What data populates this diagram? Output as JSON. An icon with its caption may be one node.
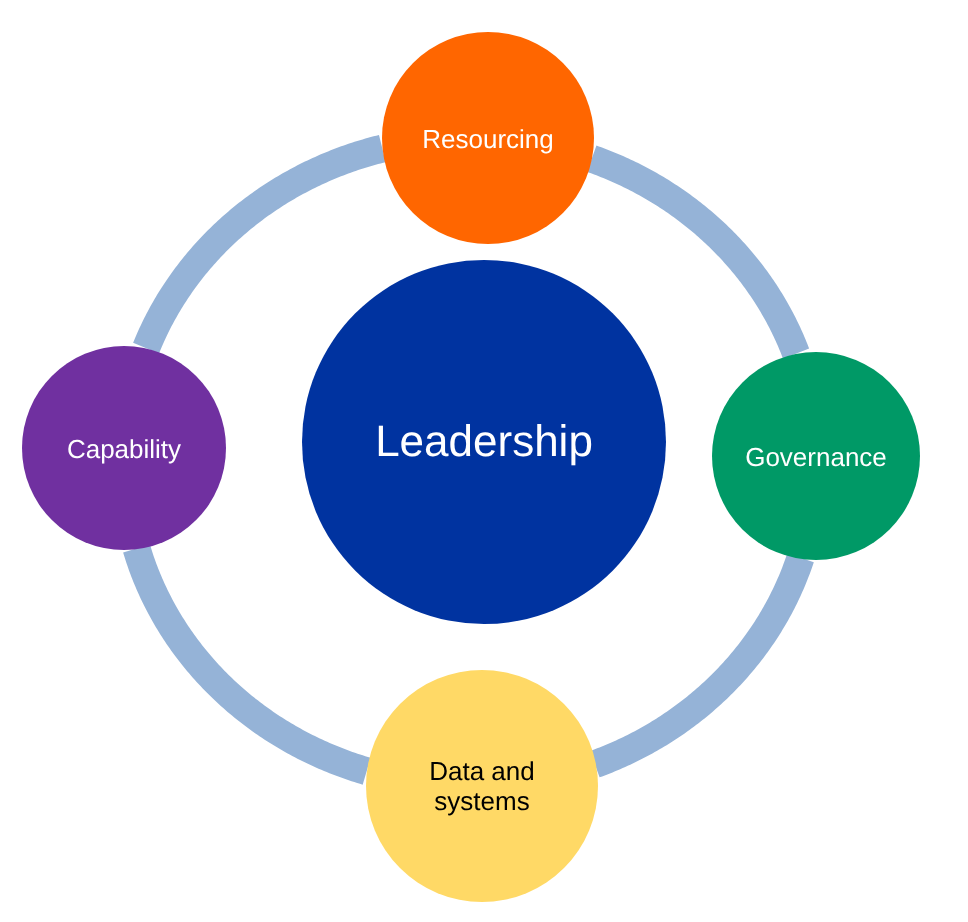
{
  "diagram": {
    "nodes": [
      {
        "text": [
          "Resourcing"
        ]
      },
      {
        "text": [
          "Capability"
        ]
      },
      {
        "text": [
          "Leadership"
        ]
      },
      {
        "text": [
          "Governance"
        ]
      },
      {
        "text": [
          "Data and systems"
        ]
      }
    ],
    "edges": [
      {
        "from": 0,
        "to": 3,
        "arrow": "none"
      },
      {
        "from": 3,
        "to": 4,
        "arrow": "none"
      },
      {
        "from": 4,
        "to": 1,
        "arrow": "none"
      },
      {
        "from": 1,
        "to": 0,
        "arrow": "none"
      }
    ]
  }
}
